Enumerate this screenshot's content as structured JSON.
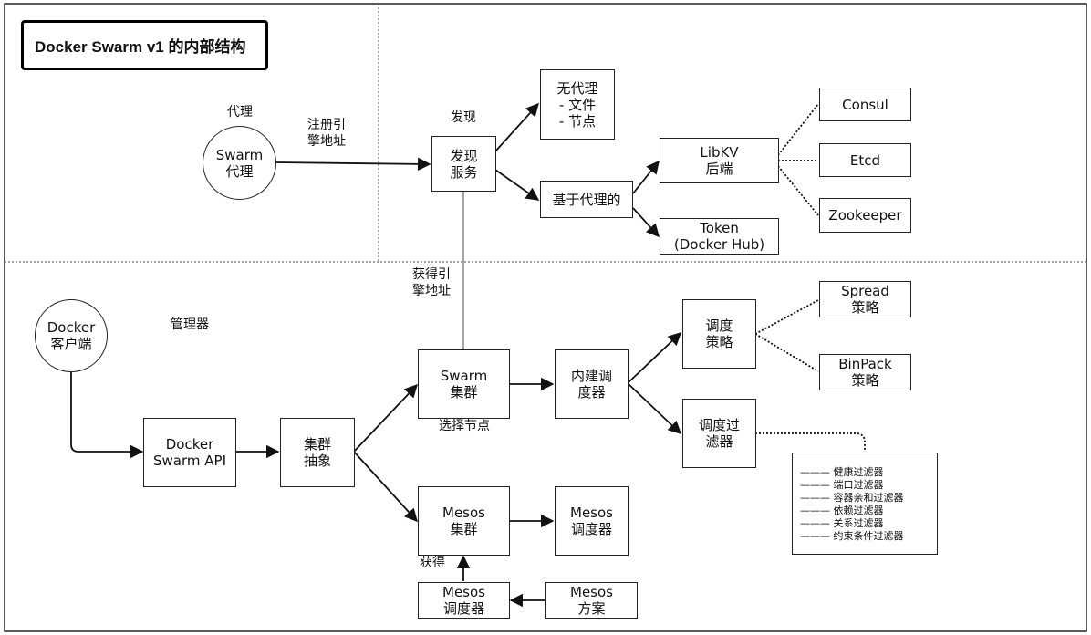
{
  "title": "Docker Swarm v1 的内部结构",
  "nodes": {
    "swarm_agent": "Swarm\n代理",
    "discovery_service": "发现\n服务",
    "no_agent": "无代理\n- 文件\n- 节点",
    "agent_based": "基于代理的",
    "libkv_backend": "LibKV\n后端",
    "token": "Token\n(Docker Hub)",
    "consul": "Consul",
    "etcd": "Etcd",
    "zookeeper": "Zookeeper",
    "docker_client": "Docker\n客户端",
    "docker_swarm_api": "Docker\nSwarm API",
    "cluster_abstraction": "集群\n抽象",
    "swarm_cluster": "Swarm\n集群",
    "builtin_scheduler": "内建调\n度器",
    "scheduling_strategy": "调度\n策略",
    "spread_strategy": "Spread\n策略",
    "binpack_strategy": "BinPack\n策略",
    "scheduling_filter": "调度过\n滤器",
    "mesos_cluster": "Mesos\n集群",
    "mesos_scheduler_right": "Mesos\n调度器",
    "mesos_scheduler_bottom": "Mesos\n调度器",
    "mesos_framework": "Mesos\n方案"
  },
  "labels": {
    "agent": "代理",
    "register_engine_address": "注册引\n擎地址",
    "discovery": "发现",
    "get_engine_address": "获得引\n擎地址",
    "manager": "管理器",
    "select_node": "选择节点",
    "obtain": "获得"
  },
  "filters": [
    "健康过滤器",
    "端口过滤器",
    "容器亲和过滤器",
    "依赖过滤器",
    "关系过滤器",
    "约束条件过滤器"
  ]
}
